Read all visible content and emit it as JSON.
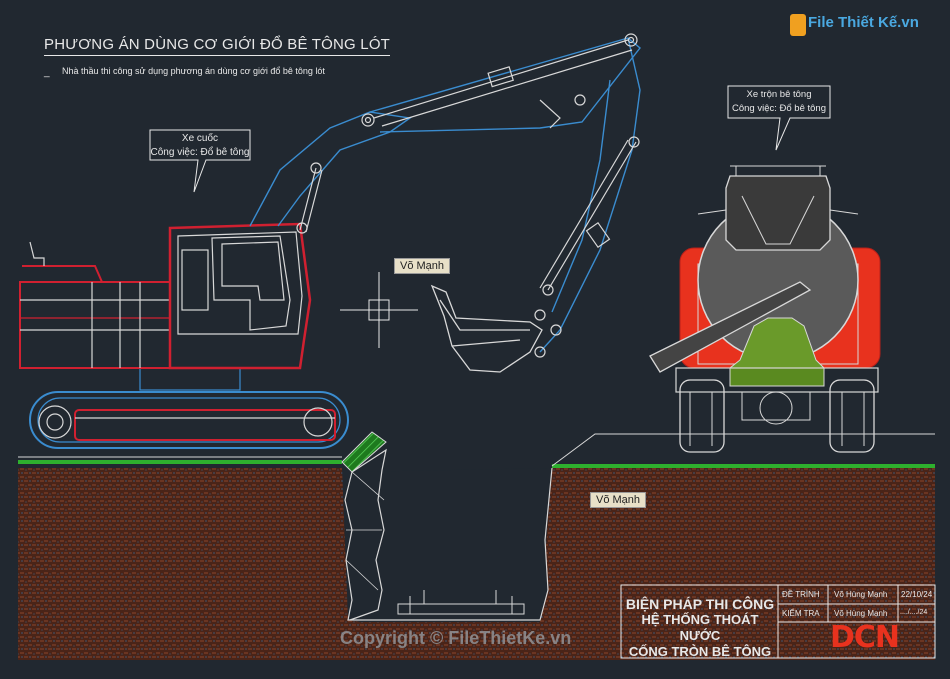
{
  "title": "PHƯƠNG ÁN DÙNG CƠ GIỚI ĐỔ BÊ TÔNG LÓT",
  "note_dash": "_",
  "note": "Nhà thầu thi công sử dụng phương án dùng cơ giới đổ bê tông lót",
  "excavator_callout": {
    "line1": "Xe cuốc",
    "line2": "Công việc: Đổ bê tông"
  },
  "mixer_callout": {
    "line1": "Xe trộn bê tông",
    "line2": "Công việc: Đổ bê tông"
  },
  "labels": {
    "author_label_1": "Võ Mạnh",
    "author_label_2": "Võ Mạnh"
  },
  "title_block": {
    "line1": "BIỆN PHÁP THI CÔNG",
    "line2": "HỆ THỐNG THOÁT NƯỚC",
    "line3": "CỐNG TRÒN BÊ TÔNG",
    "row1": {
      "role": "ĐỀ TRÌNH",
      "name": "Võ Hùng Mạnh",
      "date": "22/10/24"
    },
    "row2": {
      "role": "KIỂM TRA",
      "name": "Võ Hùng Mạnh",
      "date": "..../..../24"
    },
    "logo": "DCN"
  },
  "watermark": "Copyright © FileThietKe.vn",
  "brand": "File Thiết Kế.vn",
  "colors": {
    "background": "#212830",
    "excavator_body": "#d0202a",
    "boom": "#3a8ccf",
    "mixer_body": "#e8321e",
    "mixer_hopper": "#6a9a2a",
    "soil": "#5a2e1e",
    "grass": "#2e9a2e"
  }
}
